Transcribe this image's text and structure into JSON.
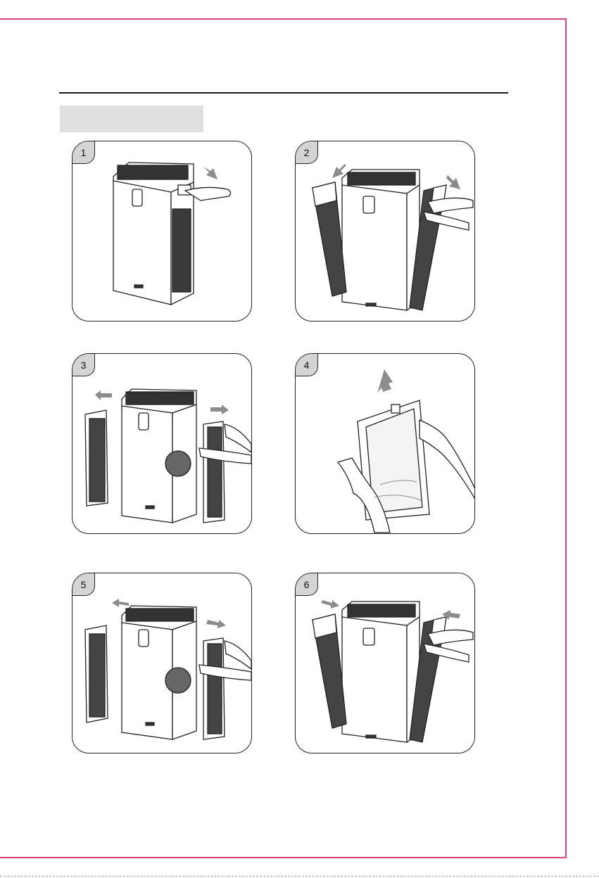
{
  "steps": [
    {
      "number": "1",
      "icon": "purifier-release-back-panel-icon"
    },
    {
      "number": "2",
      "icon": "purifier-remove-side-covers-icon"
    },
    {
      "number": "3",
      "icon": "purifier-pull-out-filters-icon"
    },
    {
      "number": "4",
      "icon": "filter-remove-plastic-wrap-icon"
    },
    {
      "number": "5",
      "icon": "purifier-insert-filters-icon"
    },
    {
      "number": "6",
      "icon": "purifier-reattach-side-covers-icon"
    }
  ],
  "colors": {
    "border": "#d6457f",
    "section_bar": "#e0e0e0",
    "tab": "#d4d4d4",
    "arrow": "#8c8c8c"
  }
}
